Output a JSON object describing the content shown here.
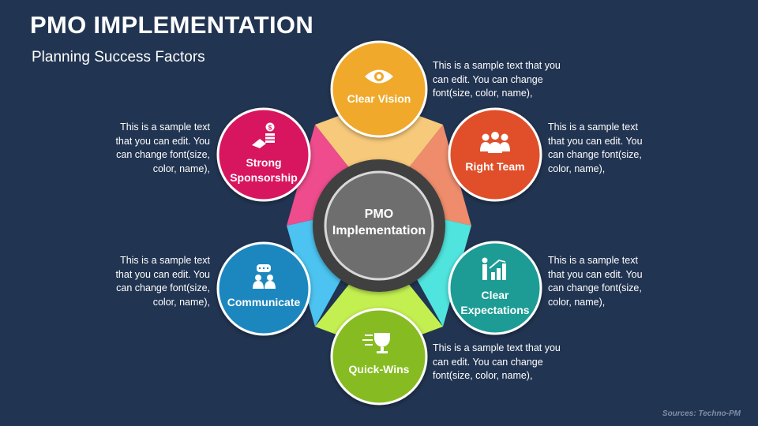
{
  "title": "PMO IMPLEMENTATION",
  "subtitle": "Planning Success Factors",
  "center": {
    "line1": "PMO",
    "line2": "Implementation"
  },
  "factors": [
    {
      "id": "clear-vision",
      "label_lines": [
        "Clear Vision"
      ],
      "icon": "eye-icon",
      "color": "#F0A92A",
      "segment_color": "#F7C97A",
      "description": "This is a sample text that you can edit. You can change font(size, color, name),"
    },
    {
      "id": "right-team",
      "label_lines": [
        "Right Team"
      ],
      "icon": "team-icon",
      "color": "#E0502A",
      "segment_color": "#EE8C6C",
      "description": "This is a sample text that you can edit. You can change font(size, color, name),"
    },
    {
      "id": "clear-expectations",
      "label_lines": [
        "Clear",
        "Expectations"
      ],
      "icon": "growth-chart-icon",
      "color": "#1E9C95",
      "segment_color": "#4FE4DD",
      "description": "This is a sample text that you can edit. You can change font(size, color, name),"
    },
    {
      "id": "quick-wins",
      "label_lines": [
        "Quick-Wins"
      ],
      "icon": "trophy-icon",
      "color": "#86BC24",
      "segment_color": "#C3F050",
      "description": "This is a sample text that you can edit. You can change font(size, color, name),"
    },
    {
      "id": "communicate",
      "label_lines": [
        "Communicate"
      ],
      "icon": "chat-users-icon",
      "color": "#1A87BE",
      "segment_color": "#4CC3F0",
      "description": "This is a sample text that you can edit. You can change font(size, color, name),"
    },
    {
      "id": "strong-sponsorship",
      "label_lines": [
        "Strong",
        "Sponsorship"
      ],
      "icon": "money-hand-icon",
      "color": "#D8195F",
      "segment_color": "#EE4C8C",
      "description": "This is a sample text that you can edit. You can change font(size, color, name),"
    }
  ],
  "source": "Sources: Techno-PM"
}
